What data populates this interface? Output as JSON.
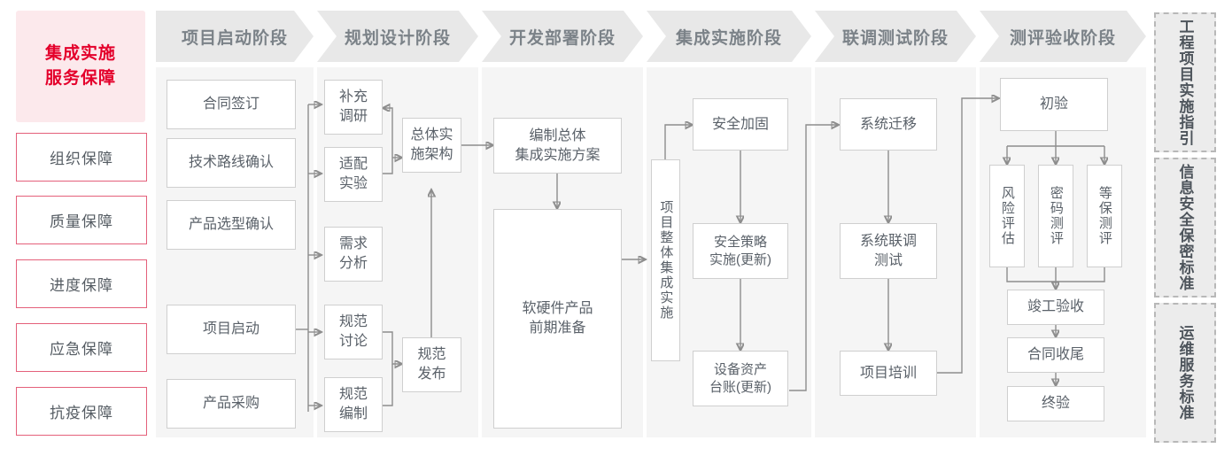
{
  "left_panel": {
    "title": "集成实施\n服务保障",
    "title_line1": "集成实施",
    "title_line2": "服务保障",
    "items": [
      {
        "label": "组织保障"
      },
      {
        "label": "质量保障"
      },
      {
        "label": "进度保障"
      },
      {
        "label": "应急保障"
      },
      {
        "label": "抗疫保障"
      }
    ],
    "accent_color": "#e4002b",
    "bg_color": "#fce9ec",
    "border_color": "#e4607a"
  },
  "phases": [
    {
      "header": "项目启动阶段"
    },
    {
      "header": "规划设计阶段"
    },
    {
      "header": "开发部署阶段"
    },
    {
      "header": "集成实施阶段"
    },
    {
      "header": "联调测试阶段"
    },
    {
      "header": "测评验收阶段"
    }
  ],
  "nodes": {
    "p1": [
      {
        "label": "合同签订"
      },
      {
        "label": "技术路线确认"
      },
      {
        "label": "产品选型确认"
      },
      {
        "label": "项目启动"
      },
      {
        "label": "产品采购"
      }
    ],
    "p2": [
      {
        "label": "补充\n调研",
        "l1": "补充",
        "l2": "调研"
      },
      {
        "label": "适配\n实验",
        "l1": "适配",
        "l2": "实验"
      },
      {
        "label": "需求\n分析",
        "l1": "需求",
        "l2": "分析"
      },
      {
        "label": "规范\n讨论",
        "l1": "规范",
        "l2": "讨论"
      },
      {
        "label": "规范\n编制",
        "l1": "规范",
        "l2": "编制"
      },
      {
        "label": "总体实\n施架构",
        "l1": "总体实",
        "l2": "施架构"
      },
      {
        "label": "规范\n发布",
        "l1": "规范",
        "l2": "发布"
      }
    ],
    "p3": [
      {
        "label": "编制总体\n集成实施方案",
        "l1": "编制总体",
        "l2": "集成实施方案"
      },
      {
        "label": "软硬件产品\n前期准备",
        "l1": "软硬件产品",
        "l2": "前期准备"
      }
    ],
    "p4": [
      {
        "label": "项目整体集成实施"
      },
      {
        "label": "安全加固"
      },
      {
        "label": "安全策略\n实施(更新)",
        "l1": "安全策略",
        "l2": "实施(更新)"
      },
      {
        "label": "设备资产\n台账(更新)",
        "l1": "设备资产",
        "l2": "台账(更新)"
      }
    ],
    "p5": [
      {
        "label": "系统迁移"
      },
      {
        "label": "系统联调\n测试",
        "l1": "系统联调",
        "l2": "测试"
      },
      {
        "label": "项目培训"
      }
    ],
    "p6": [
      {
        "label": "初验"
      },
      {
        "label": "风险评估"
      },
      {
        "label": "密码测评"
      },
      {
        "label": "等保测评"
      },
      {
        "label": "竣工验收"
      },
      {
        "label": "合同收尾"
      },
      {
        "label": "终验"
      }
    ]
  },
  "standards": [
    {
      "label": "工程项目实施指引"
    },
    {
      "label": "信息安全保密标准"
    },
    {
      "label": "运维服务标准"
    }
  ],
  "colors": {
    "panel_bg": "#f5f5f5",
    "header_bg": "#e8e8e8",
    "header_text": "#7b8288",
    "box_border": "#cfcfcf",
    "box_text": "#5a6169",
    "connector": "#8d8d8d",
    "dashed_border": "#b8b8b8",
    "dashed_bg": "#ececec"
  }
}
